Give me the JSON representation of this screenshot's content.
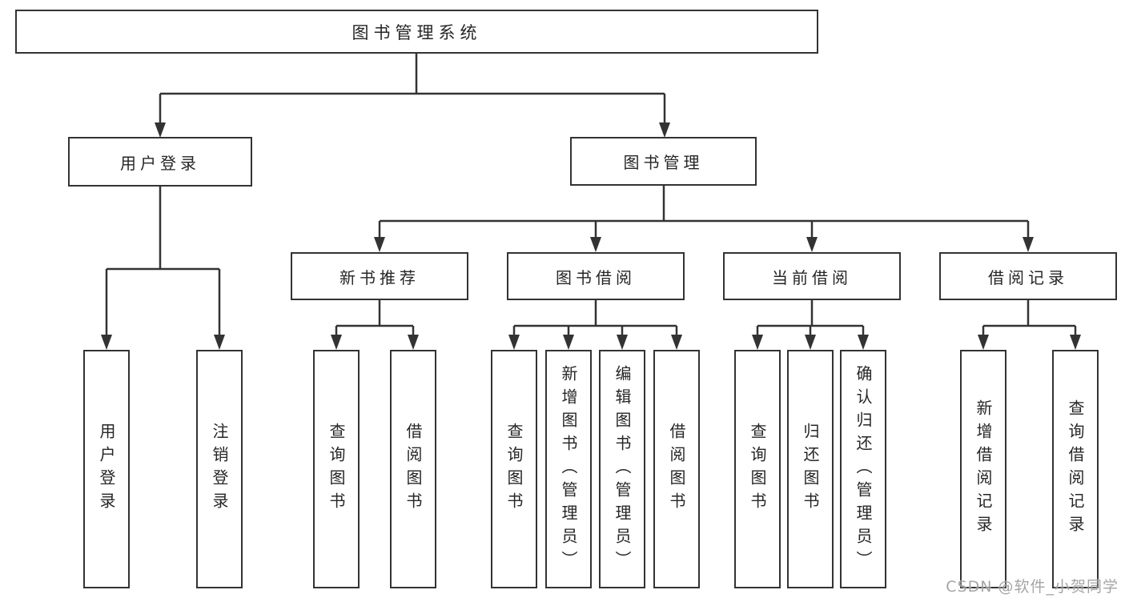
{
  "diagram": {
    "root": {
      "label": "图书管理系统"
    },
    "branches": [
      {
        "label": "用户登录",
        "children": [
          {
            "label": "用户登录"
          },
          {
            "label": "注销登录"
          }
        ]
      },
      {
        "label": "图书管理",
        "children": [
          {
            "label": "新书推荐",
            "children": [
              {
                "label": "查询图书"
              },
              {
                "label": "借阅图书"
              }
            ]
          },
          {
            "label": "图书借阅",
            "children": [
              {
                "label": "查询图书"
              },
              {
                "label": "新增图书（管理员）"
              },
              {
                "label": "编辑图书（管理员）"
              },
              {
                "label": "借阅图书"
              }
            ]
          },
          {
            "label": "当前借阅",
            "children": [
              {
                "label": "查询图书"
              },
              {
                "label": "归还图书"
              },
              {
                "label": "确认归还（管理员）"
              }
            ]
          },
          {
            "label": "借阅记录",
            "children": [
              {
                "label": "新增借阅记录"
              },
              {
                "label": "查询借阅记录"
              }
            ]
          }
        ]
      }
    ],
    "watermark": "CSDN @软件_小贺同学",
    "colors": {
      "line": "#333333",
      "border": "#333333",
      "text": "#262626",
      "background": "#ffffff",
      "watermark": "#9c9c9c"
    }
  }
}
